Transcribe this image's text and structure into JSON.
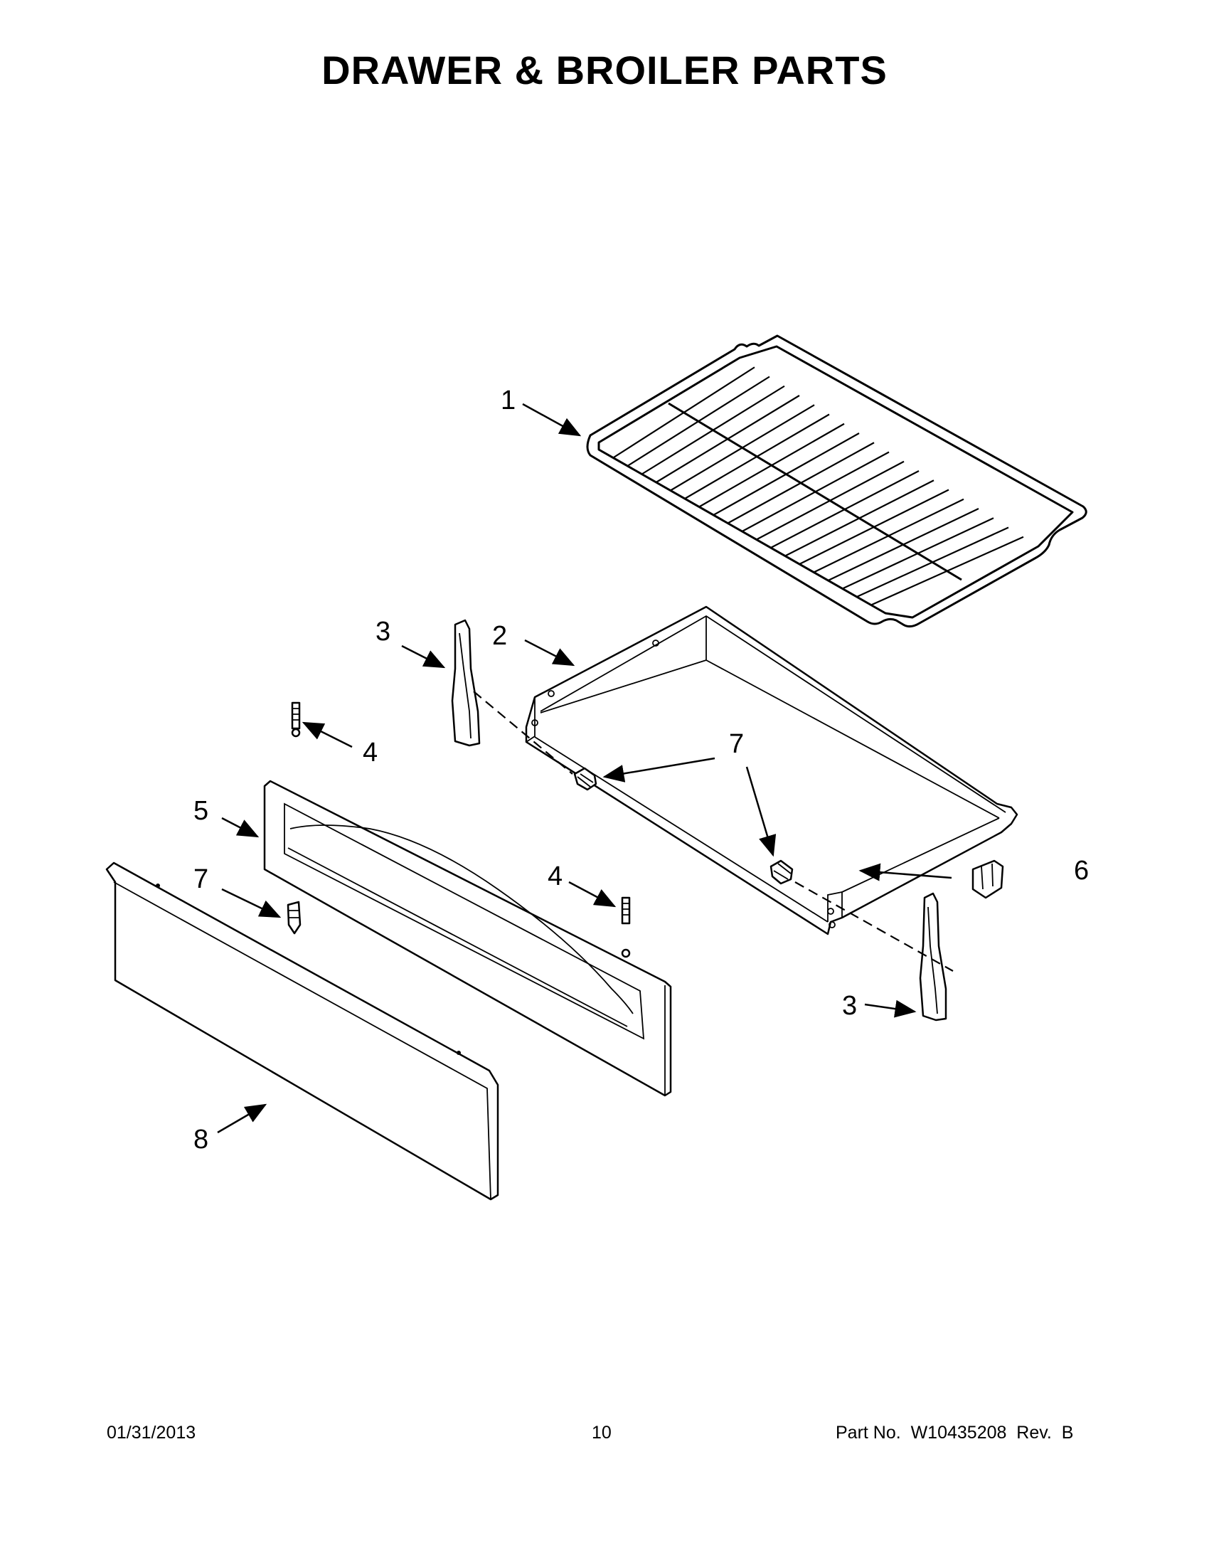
{
  "title": "DRAWER & BROILER PARTS",
  "callouts": [
    {
      "id": "c1",
      "label": "1"
    },
    {
      "id": "c2",
      "label": "2"
    },
    {
      "id": "c3a",
      "label": "3"
    },
    {
      "id": "c3b",
      "label": "3"
    },
    {
      "id": "c4a",
      "label": "4"
    },
    {
      "id": "c4b",
      "label": "4"
    },
    {
      "id": "c5",
      "label": "5"
    },
    {
      "id": "c6",
      "label": "6"
    },
    {
      "id": "c7a",
      "label": "7"
    },
    {
      "id": "c7b",
      "label": "7"
    },
    {
      "id": "c8",
      "label": "8"
    }
  ],
  "footer": {
    "date": "01/31/2013",
    "page": "10",
    "part_number": "Part No.  W10435208  Rev.  B"
  }
}
